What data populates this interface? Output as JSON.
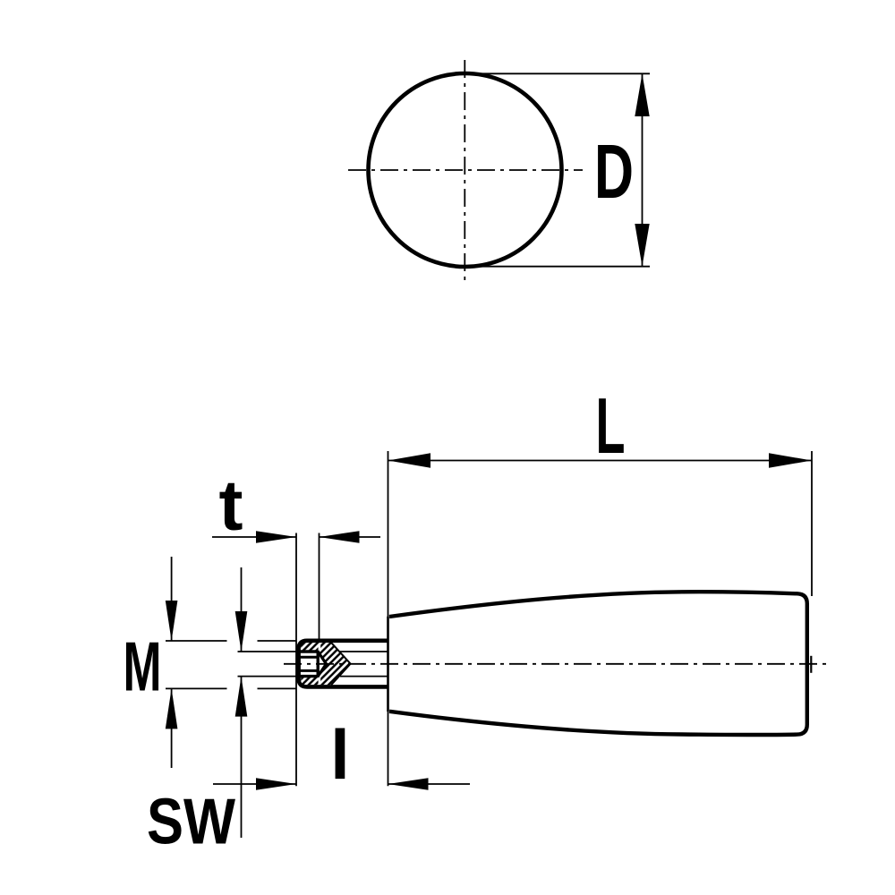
{
  "drawing": {
    "background_color": "#ffffff",
    "line_color": "#000000",
    "labels": {
      "diameter": "D",
      "length": "L",
      "socket_depth": "t",
      "thread": "M",
      "stud_length": "l",
      "wrench_size": "SW"
    }
  }
}
